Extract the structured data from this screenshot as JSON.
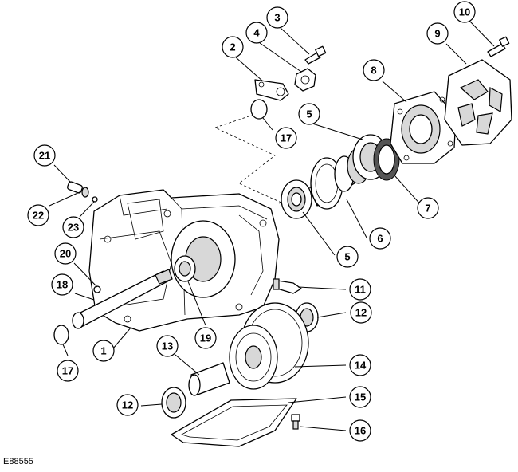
{
  "figure": {
    "reference_code": "E88555",
    "callouts": [
      {
        "id": "c1",
        "label": "1"
      },
      {
        "id": "c2",
        "label": "2"
      },
      {
        "id": "c3",
        "label": "3"
      },
      {
        "id": "c4",
        "label": "4"
      },
      {
        "id": "c5a",
        "label": "5"
      },
      {
        "id": "c5b",
        "label": "5"
      },
      {
        "id": "c6",
        "label": "6"
      },
      {
        "id": "c7",
        "label": "7"
      },
      {
        "id": "c8",
        "label": "8"
      },
      {
        "id": "c9",
        "label": "9"
      },
      {
        "id": "c10",
        "label": "10"
      },
      {
        "id": "c11",
        "label": "11"
      },
      {
        "id": "c12a",
        "label": "12"
      },
      {
        "id": "c12b",
        "label": "12"
      },
      {
        "id": "c13",
        "label": "13"
      },
      {
        "id": "c14",
        "label": "14"
      },
      {
        "id": "c15",
        "label": "15"
      },
      {
        "id": "c16",
        "label": "16"
      },
      {
        "id": "c17a",
        "label": "17"
      },
      {
        "id": "c17b",
        "label": "17"
      },
      {
        "id": "c18",
        "label": "18"
      },
      {
        "id": "c19",
        "label": "19"
      },
      {
        "id": "c20",
        "label": "20"
      },
      {
        "id": "c21",
        "label": "21"
      },
      {
        "id": "c22",
        "label": "22"
      },
      {
        "id": "c23",
        "label": "23"
      }
    ]
  }
}
